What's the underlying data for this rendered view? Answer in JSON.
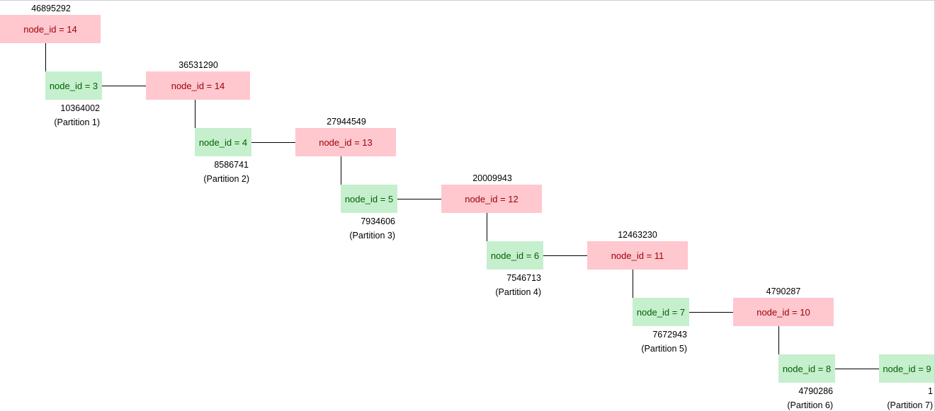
{
  "nodes": {
    "r1": {
      "label": "node_id = 14",
      "color": "pink"
    },
    "g1": {
      "label": "node_id = 3",
      "color": "green"
    },
    "r2": {
      "label": "node_id = 14",
      "color": "pink"
    },
    "g2": {
      "label": "node_id = 4",
      "color": "green"
    },
    "r3": {
      "label": "node_id = 13",
      "color": "pink"
    },
    "g3": {
      "label": "node_id = 5",
      "color": "green"
    },
    "r4": {
      "label": "node_id = 12",
      "color": "pink"
    },
    "g4": {
      "label": "node_id = 6",
      "color": "green"
    },
    "r5": {
      "label": "node_id = 11",
      "color": "pink"
    },
    "g5": {
      "label": "node_id = 7",
      "color": "green"
    },
    "r6": {
      "label": "node_id = 10",
      "color": "pink"
    },
    "g6": {
      "label": "node_id = 8",
      "color": "green"
    },
    "g7": {
      "label": "node_id = 9",
      "color": "green"
    }
  },
  "values": {
    "r1": "46895292",
    "r2": "36531290",
    "r3": "27944549",
    "r4": "20009943",
    "r5": "12463230",
    "r6": "4790287",
    "g1": "10364002",
    "g2": "8586741",
    "g3": "7934606",
    "g4": "7546713",
    "g5": "7672943",
    "g6": "4790286",
    "g7": "1"
  },
  "partitions": {
    "g1": "(Partition 1)",
    "g2": "(Partition 2)",
    "g3": "(Partition 3)",
    "g4": "(Partition 4)",
    "g5": "(Partition 5)",
    "g6": "(Partition 6)",
    "g7": "(Partition 7)"
  },
  "edges": [
    [
      "r1",
      "g1"
    ],
    [
      "g1",
      "r2"
    ],
    [
      "r2",
      "g2"
    ],
    [
      "g2",
      "r3"
    ],
    [
      "r3",
      "g3"
    ],
    [
      "g3",
      "r4"
    ],
    [
      "r4",
      "g4"
    ],
    [
      "g4",
      "r5"
    ],
    [
      "r5",
      "g5"
    ],
    [
      "g5",
      "r6"
    ],
    [
      "r6",
      "g6"
    ],
    [
      "g6",
      "g7"
    ]
  ],
  "colors": {
    "pink_fill": "#ffc7ce",
    "pink_text": "#9c0006",
    "green_fill": "#c6efce",
    "green_text": "#006100",
    "edge": "#000000"
  }
}
